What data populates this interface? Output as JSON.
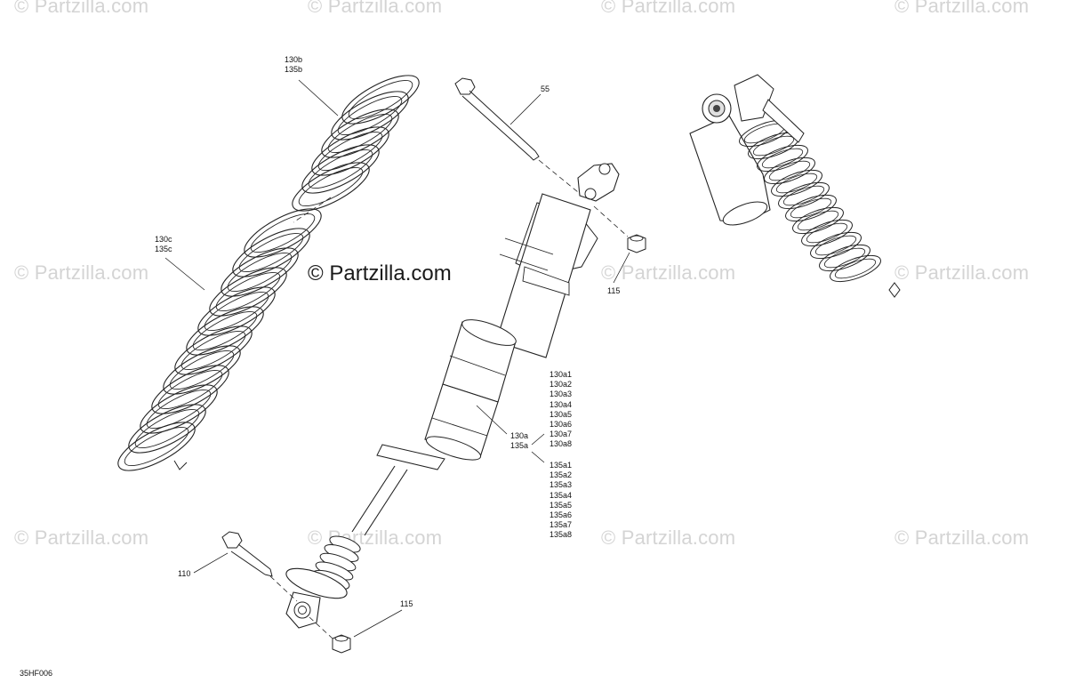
{
  "watermarks": {
    "repeat_text": "© Partzilla.com",
    "center_text": "© Partzilla.com"
  },
  "callouts": {
    "spring_top": [
      "130b",
      "135b"
    ],
    "spring_bottom": [
      "130c",
      "135c"
    ],
    "bolt_top": "55",
    "nut_top": "115",
    "shock_body": [
      "130a",
      "135a"
    ],
    "list_130a": [
      "130a1",
      "130a2",
      "130a3",
      "130a4",
      "130a5",
      "130a6",
      "130a7",
      "130a8"
    ],
    "list_135a": [
      "135a1",
      "135a2",
      "135a3",
      "135a4",
      "135a5",
      "135a6",
      "135a7",
      "135a8"
    ],
    "bolt_bottom": "110",
    "nut_bottom": "115"
  },
  "diagram_ref": "35HF006",
  "colors": {
    "line": "#222222",
    "watermark": "#d4d4d4",
    "background": "#ffffff"
  }
}
